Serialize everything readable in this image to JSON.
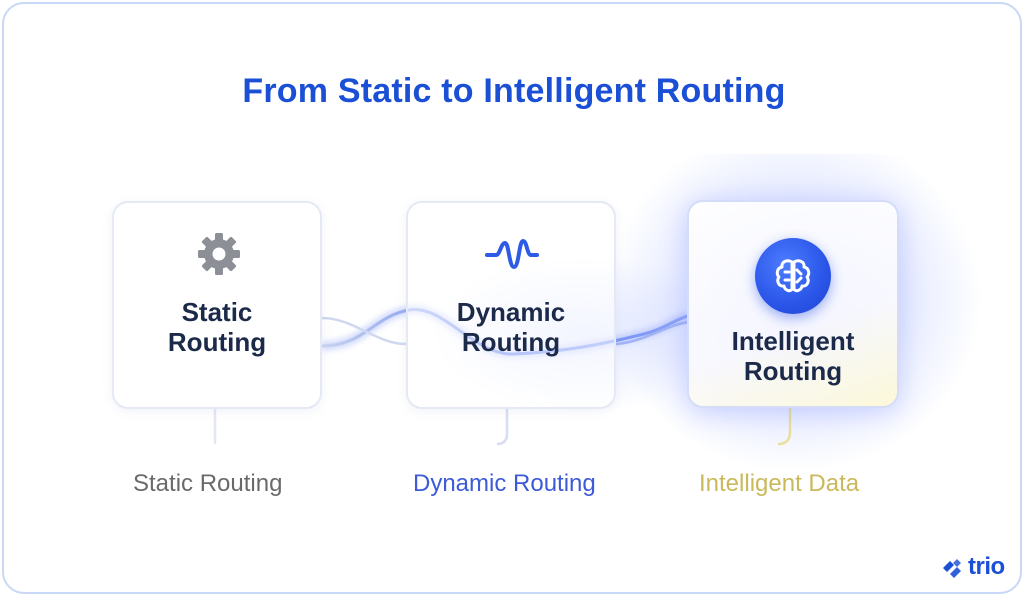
{
  "title": "From Static to Intelligent Routing",
  "cards": [
    {
      "label_line1": "Static",
      "label_line2": "Routing",
      "icon": "gear-icon"
    },
    {
      "label_line1": "Dynamic",
      "label_line2": "Routing",
      "icon": "wave-icon"
    },
    {
      "label_line1": "Intelligent",
      "label_line2": "Routing",
      "icon": "brain-icon"
    }
  ],
  "bottom_labels": [
    "Static Routing",
    "Dynamic Routing",
    "Intelligent Data"
  ],
  "brand": {
    "name": "trio",
    "color": "#1a4fd6"
  },
  "colors": {
    "title": "#1a4fd6",
    "static": "#6a6a6a",
    "dynamic": "#3d5ad9",
    "intelligent": "#c9b95c"
  }
}
